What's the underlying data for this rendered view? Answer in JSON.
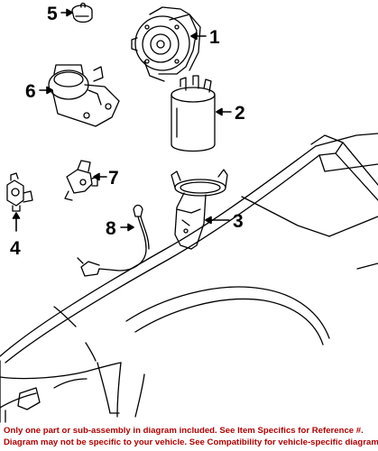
{
  "callouts": {
    "c1": "1",
    "c2": "2",
    "c3": "3",
    "c4": "4",
    "c5": "5",
    "c6": "6",
    "c7": "7",
    "c8": "8"
  },
  "disclaimer": {
    "line1": "Only one part or sub-assembly in diagram included. See Item Specifics for Reference #.",
    "line2": "Diagram may not be specific to your vehicle. See Compatibility for vehicle-specific diagrams."
  },
  "colors": {
    "lines": "#000000",
    "disclaimer_text": "#b00000",
    "background": "#ffffff"
  }
}
